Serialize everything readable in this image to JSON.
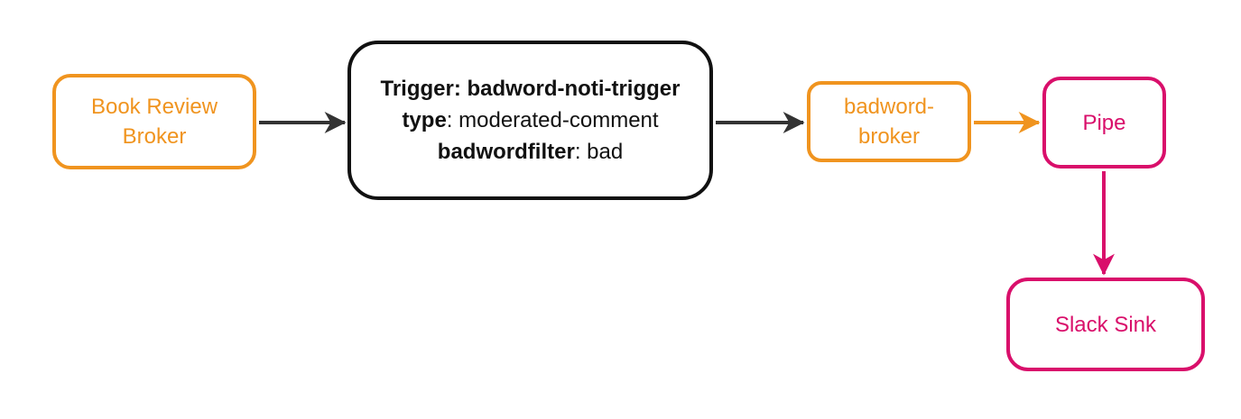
{
  "diagram": {
    "colors": {
      "orange": "#F0941F",
      "pink": "#D90F6B",
      "dark": "#111111",
      "arrow_dark": "#333333",
      "background": "#FFFFFF"
    },
    "nodes": {
      "book_review_broker": {
        "label": "Book Review\nBroker"
      },
      "trigger": {
        "line1": "Trigger: badword-noti-trigger",
        "line2_key": "type",
        "line2_value": ": moderated-comment",
        "line3_key": "badwordfilter",
        "line3_value": ": bad"
      },
      "badword_broker": {
        "label": "badword-\nbroker"
      },
      "pipe": {
        "label": "Pipe"
      },
      "slack_sink": {
        "label": "Slack Sink"
      }
    }
  }
}
